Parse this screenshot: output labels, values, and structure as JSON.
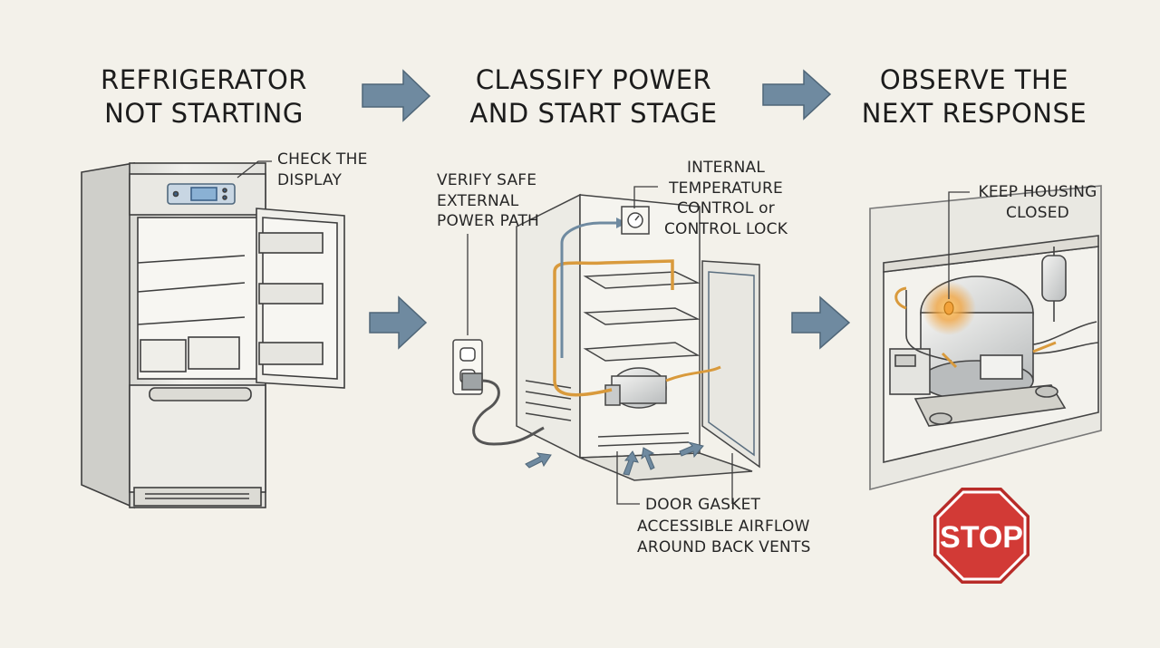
{
  "headings": {
    "step1": "REFRIGERATOR\nNOT STARTING",
    "step2": "CLASSIFY POWER\nAND START STAGE",
    "step3": "OBSERVE THE\nNEXT RESPONSE"
  },
  "callouts": {
    "check_display": "CHECK THE\nDISPLAY",
    "verify_power": "VERIFY SAFE\nEXTERNAL\nPOWER PATH",
    "internal_control": "INTERNAL\nTEMPERATURE\nCONTROL or\nCONTROL LOCK",
    "door_gasket": "DOOR GASKET",
    "airflow": "ACCESSIBLE AIRFLOW\nAROUND BACK VENTS",
    "keep_housing": "KEEP HOUSING\nCLOSED"
  },
  "stop_sign": {
    "text": "STOP",
    "color": "#d23a36"
  },
  "colors": {
    "arrow": "#6f8aa0",
    "wire": "#d99a3c",
    "glow": "#f2a23a",
    "background": "#f3f1ea"
  }
}
